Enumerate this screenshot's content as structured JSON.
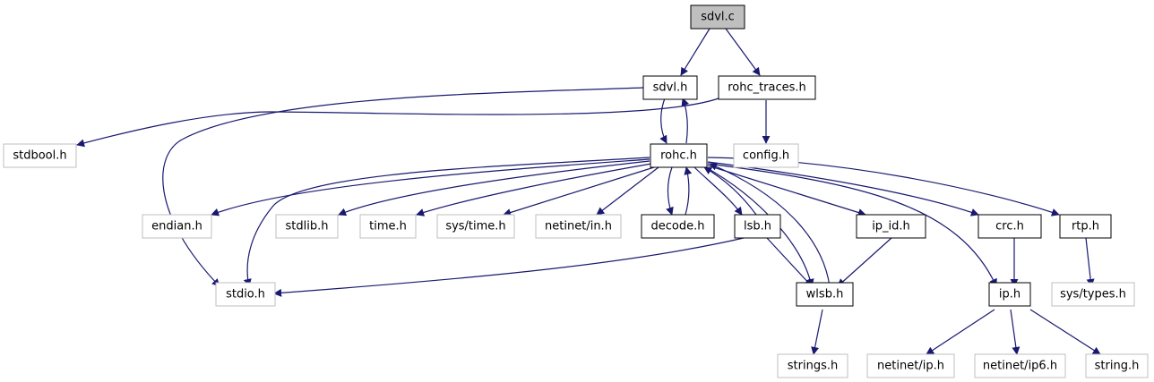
{
  "nodes": {
    "sdvl_c": "sdvl.c",
    "sdvl_h": "sdvl.h",
    "rohc_traces_h": "rohc_traces.h",
    "stdbool_h": "stdbool.h",
    "rohc_h": "rohc.h",
    "config_h": "config.h",
    "endian_h": "endian.h",
    "stdlib_h": "stdlib.h",
    "time_h": "time.h",
    "sys_time_h": "sys/time.h",
    "netinet_in_h": "netinet/in.h",
    "decode_h": "decode.h",
    "lsb_h": "lsb.h",
    "ip_id_h": "ip_id.h",
    "crc_h": "crc.h",
    "rtp_h": "rtp.h",
    "stdio_h": "stdio.h",
    "wlsb_h": "wlsb.h",
    "ip_h": "ip.h",
    "sys_types_h": "sys/types.h",
    "strings_h": "strings.h",
    "netinet_ip_h": "netinet/ip.h",
    "netinet_ip6_h": "netinet/ip6.h",
    "string_h": "string.h"
  },
  "colors": {
    "edge": "#191970",
    "internal_border": "#000000",
    "external_border": "#bfbfbf",
    "root_fill": "#bfbfbf"
  }
}
